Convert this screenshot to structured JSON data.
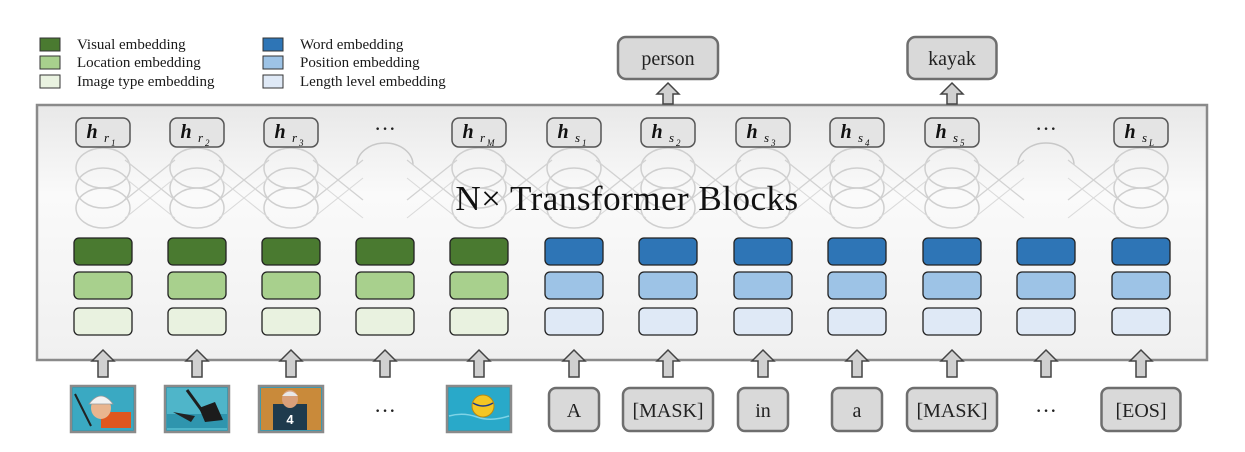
{
  "legend": {
    "items": [
      {
        "label": "Visual embedding",
        "color": "#4a7a30"
      },
      {
        "label": "Location embedding",
        "color": "#a8d08d"
      },
      {
        "label": "Image type embedding",
        "color": "#e9f2e0"
      },
      {
        "label": "Word embedding",
        "color": "#2e75b6"
      },
      {
        "label": "Position embedding",
        "color": "#9dc3e6"
      },
      {
        "label": "Length level embedding",
        "color": "#dfe9f6"
      }
    ]
  },
  "title": "N× Transformer Blocks",
  "outputs": [
    "person",
    "kayak"
  ],
  "hidden_states": [
    {
      "main": "h",
      "sub": "r",
      "subsub": "1"
    },
    {
      "main": "h",
      "sub": "r",
      "subsub": "2"
    },
    {
      "main": "h",
      "sub": "r",
      "subsub": "3"
    },
    {
      "main": "···",
      "sub": "",
      "subsub": ""
    },
    {
      "main": "h",
      "sub": "r",
      "subsub": "M"
    },
    {
      "main": "h",
      "sub": "s",
      "subsub": "1"
    },
    {
      "main": "h",
      "sub": "s",
      "subsub": "2"
    },
    {
      "main": "h",
      "sub": "s",
      "subsub": "3"
    },
    {
      "main": "h",
      "sub": "s",
      "subsub": "4"
    },
    {
      "main": "h",
      "sub": "s",
      "subsub": "5"
    },
    {
      "main": "···",
      "sub": "",
      "subsub": ""
    },
    {
      "main": "h",
      "sub": "s",
      "subsub": "L"
    }
  ],
  "inputs": [
    {
      "kind": "image",
      "scene": "kayaker-helmet"
    },
    {
      "kind": "image",
      "scene": "paddle-water"
    },
    {
      "kind": "image",
      "scene": "player-number-4"
    },
    {
      "kind": "dots",
      "text": "···"
    },
    {
      "kind": "image",
      "scene": "water-polo-ball"
    },
    {
      "kind": "token",
      "text": "A"
    },
    {
      "kind": "token",
      "text": "[MASK]"
    },
    {
      "kind": "token",
      "text": "in"
    },
    {
      "kind": "token",
      "text": "a"
    },
    {
      "kind": "token",
      "text": "[MASK]"
    },
    {
      "kind": "dots",
      "text": "···"
    },
    {
      "kind": "token",
      "text": "[EOS]"
    }
  ],
  "colors": {
    "visual": "#4a7a30",
    "location": "#a8d08d",
    "image_type": "#e9f2e0",
    "word": "#2e75b6",
    "position": "#9dc3e6",
    "length_level": "#dfe9f6",
    "panel": "#efefef",
    "box_fill": "#d9d9d9",
    "box_stroke": "#6e6e6e"
  }
}
